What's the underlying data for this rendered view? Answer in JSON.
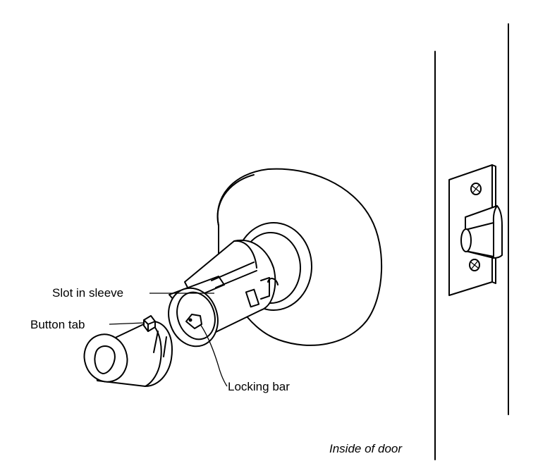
{
  "labels": {
    "slot_in_sleeve": "Slot in sleeve",
    "button_tab": "Button tab",
    "locking_bar": "Locking bar",
    "inside_of_door": "Inside of door"
  }
}
